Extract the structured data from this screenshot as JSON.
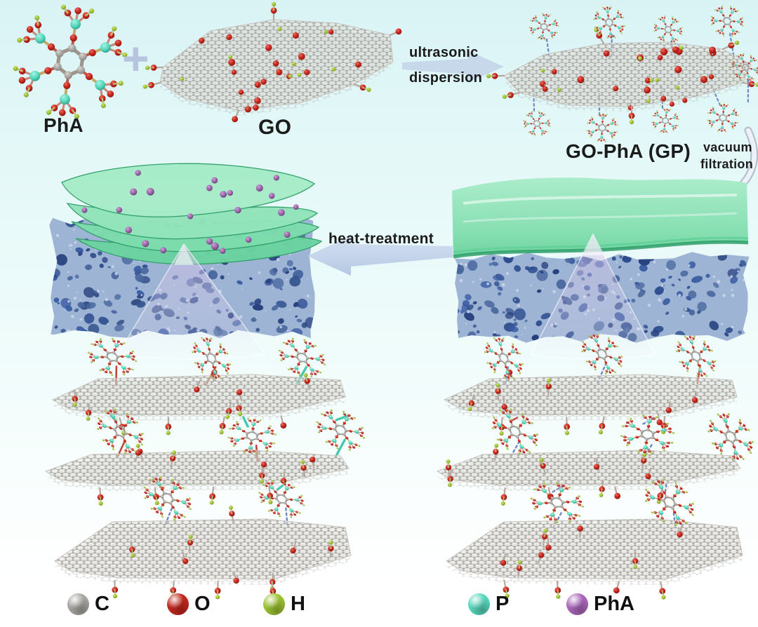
{
  "figure": {
    "reactant_labels": {
      "pha": "PhA",
      "plus": "+",
      "go": "GO",
      "product": "GO-PhA (GP)"
    },
    "process_steps": {
      "step1_line1": "ultrasonic",
      "step1_line2": "dispersion",
      "step2_line1": "vacuum",
      "step2_line2": "filtration",
      "step3": "heat-treatment"
    }
  },
  "legend": {
    "items": [
      {
        "id": "carbon",
        "label": "C",
        "color": "#a8a5a0"
      },
      {
        "id": "oxygen",
        "label": "O",
        "color": "#c2271d"
      },
      {
        "id": "hydrogen",
        "label": "H",
        "color": "#9cc132"
      },
      {
        "id": "phosphorus",
        "label": "P",
        "color": "#57d7bd"
      },
      {
        "id": "pha",
        "label": "PhA",
        "color": "#ab66bb"
      }
    ]
  },
  "palette": {
    "background_top": "#d9f3f5",
    "background_bottom": "#ffffff",
    "carbon": "#aaa7a2",
    "oxygen": "#c5281e",
    "hydrogen": "#9cc132",
    "phosphorus": "#57d7bd",
    "pha_particle": "#8a5795",
    "sponge_body": "#9db4d4",
    "sponge_pore": "#31519b",
    "membrane_green": "#84dfae",
    "membrane_edge": "#2f9f69",
    "arrow_blue": "#c0d1e8",
    "hydrogen_bond": "#6f87c2",
    "covalent_bond": "#46c8b0",
    "label_text": "#1b1b1b"
  }
}
